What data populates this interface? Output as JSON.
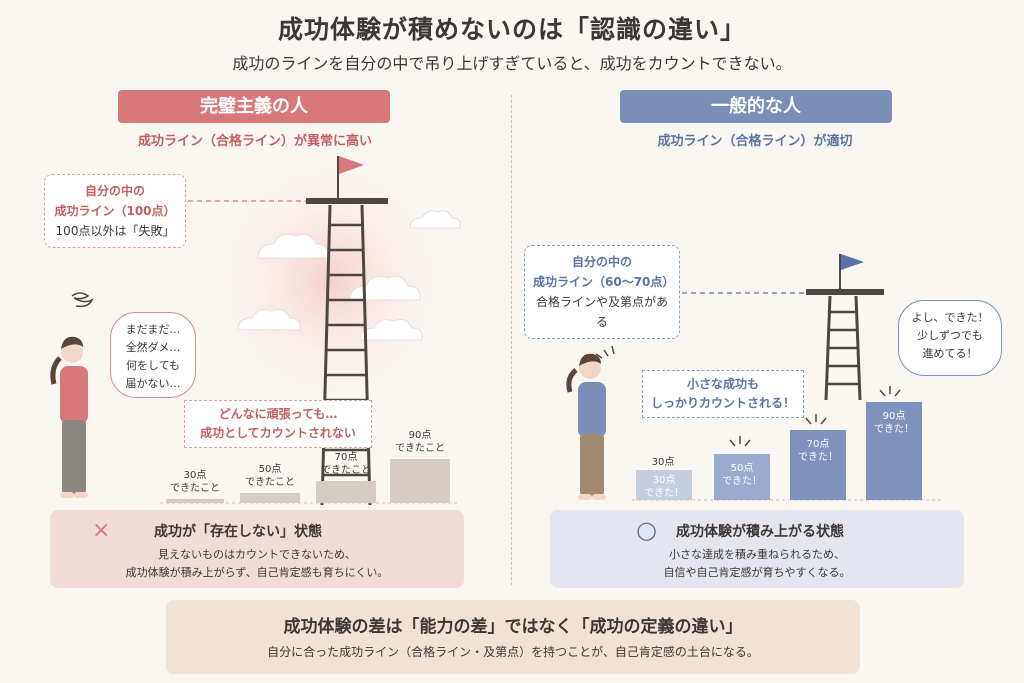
{
  "title": "成功体験が積めないのは「認識の違い」",
  "subtitle": "成功のラインを自分の中で吊り上げすぎていると、成功をカウントできない。",
  "left": {
    "banner": "完璧主義の人",
    "subheading": "成功ライン（合格ライン）が異常に高い",
    "note": {
      "line1": "自分の中の",
      "line2": "成功ライン（100点）",
      "line3": "100点以外は「失敗」"
    },
    "bubble": [
      "まだまだ…",
      "全然ダメ…",
      "何をしても",
      "届かない…"
    ],
    "callout": [
      "どんなに頑張っても…",
      "成功としてカウントされない"
    ],
    "bars": [
      {
        "score": "30点",
        "text": "できたこと",
        "value": 30
      },
      {
        "score": "50点",
        "text": "できたこと",
        "value": 50
      },
      {
        "score": "70点",
        "text": "できたこと",
        "value": 70
      },
      {
        "score": "90点",
        "text": "できたこと",
        "value": 90
      }
    ],
    "panel": {
      "mark": "×",
      "title": "成功が「存在しない」状態",
      "desc1": "見えないものはカウントできないため、",
      "desc2": "成功体験が積み上がらず、自己肯定感も育ちにくい。"
    }
  },
  "right": {
    "banner": "一般的な人",
    "subheading": "成功ライン（合格ライン）が適切",
    "note": {
      "line1": "自分の中の",
      "line2": "成功ライン（60〜70点）",
      "line3": "合格ラインや及第点がある"
    },
    "bubble": [
      "よし、できた！",
      "少しずつでも",
      "進めてる！"
    ],
    "callout": [
      "小さな成功も",
      "しっかりカウントされる！"
    ],
    "outside_label": "30点",
    "bars": [
      {
        "score": "30点",
        "text": "できた！",
        "value": 30
      },
      {
        "score": "50点",
        "text": "できた！",
        "value": 50
      },
      {
        "score": "70点",
        "text": "できた！",
        "value": 70
      },
      {
        "score": "90点",
        "text": "できた！",
        "value": 90
      }
    ],
    "panel": {
      "mark": "○",
      "title": "成功体験が積み上がる状態",
      "desc1": "小さな達成を積み重ねられるため、",
      "desc2": "自信や自己肯定感が育ちやすくなる。"
    }
  },
  "bottom": {
    "icon": "lightbulb-icon",
    "title": "成功体験の差は「能力の差」ではなく「成功の定義の違い」",
    "desc": "自分に合った成功ライン（合格ライン・及第点）を持つことが、自己肯定感の土台になる。"
  },
  "colors": {
    "left_accent": "#d9787a",
    "right_accent": "#7a8fb8",
    "left_bar": "#d6ccc6",
    "right_bar": "#7f92bd"
  }
}
